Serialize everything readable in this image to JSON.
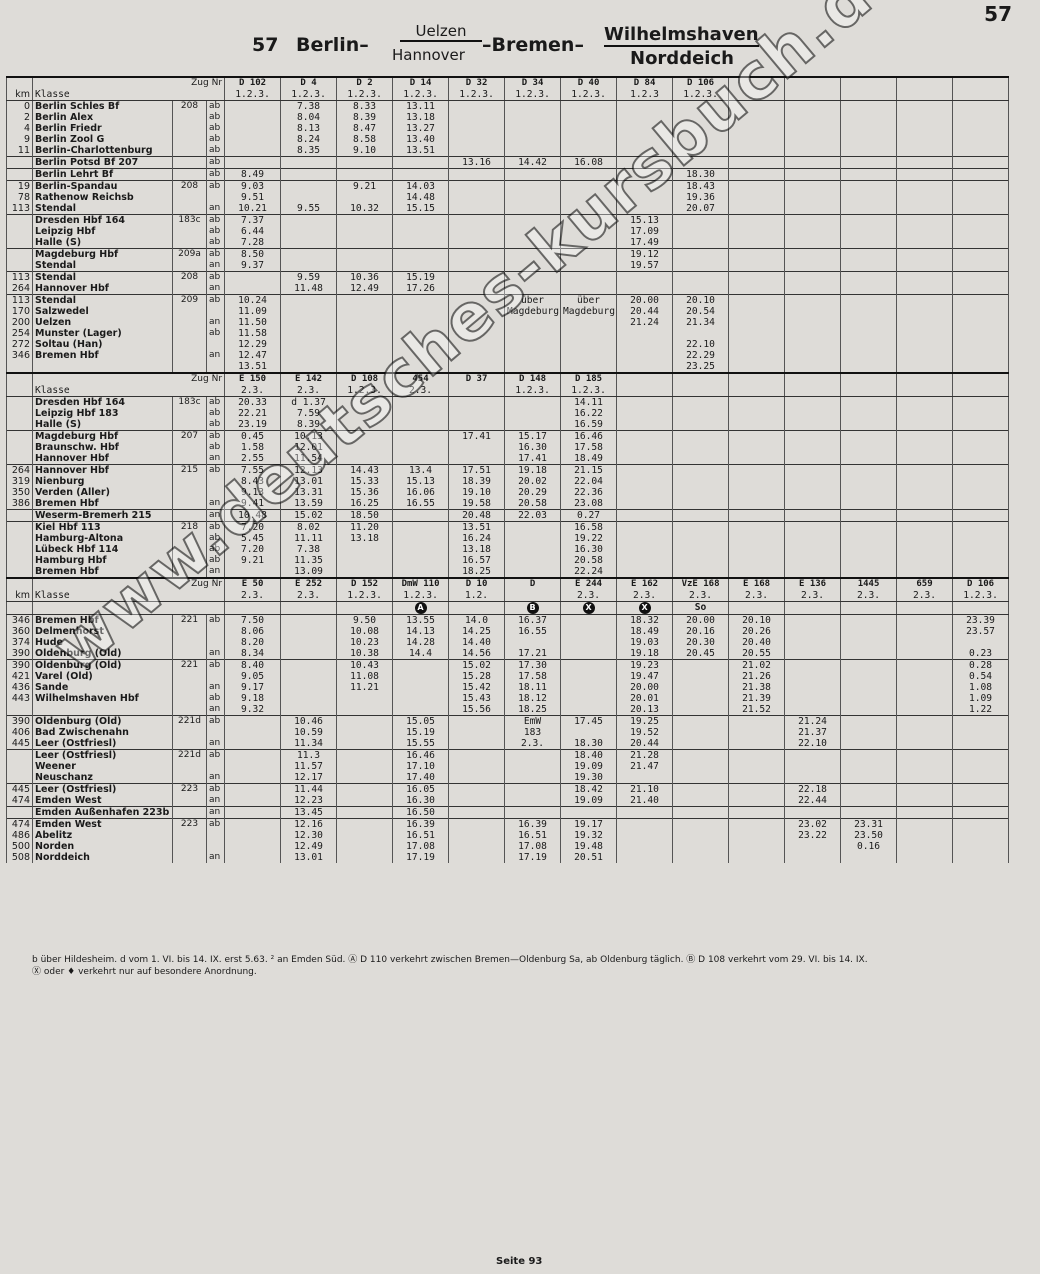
{
  "page_number": "57",
  "header": {
    "table_number": "57",
    "berlin": "Berlin–",
    "uelzen": "Uelzen",
    "hannover": "Hannover",
    "bremen": "–Bremen–",
    "wilhelmshaven": "Wilhelmshaven",
    "norddeich": "Norddeich"
  },
  "labels": {
    "km": "km",
    "zug_nr": "Zug Nr",
    "klasse": "Klasse"
  },
  "section1": {
    "trains": [
      "D 102",
      "D 4",
      "D 2",
      "D 14",
      "D 32",
      "D 34",
      "D 40",
      "D 84",
      "D 106"
    ],
    "classes": [
      "1.2.3.",
      "1.2.3.",
      "1.2.3.",
      "1.2.3.",
      "1.2.3.",
      "1.2.3.",
      "1.2.3.",
      "1.2.3",
      "1.2.3."
    ],
    "rows": [
      {
        "km": "0\n2\n4\n9\n11",
        "station": "Berlin Schles Bf\nBerlin Alex\nBerlin Friedr\nBerlin Zool G\nBerlin-Charlottenburg",
        "route": "208",
        "aa": "ab\nab\nab\nab\nab",
        "t": [
          "",
          "7.38\n8.04\n8.13\n8.24\n8.35",
          "8.33\n8.39\n8.47\n8.58\n9.10",
          "13.11\n13.18\n13.27\n13.40\n13.51",
          "",
          "",
          "",
          "",
          ""
        ]
      },
      {
        "km": "",
        "station": "Berlin Potsd Bf 207",
        "route": "",
        "aa": "ab",
        "t": [
          "",
          "",
          "",
          "",
          "13.16",
          "14.42",
          "16.08",
          "",
          ""
        ]
      },
      {
        "km": "",
        "station": "Berlin Lehrt Bf",
        "route": "",
        "aa": "ab",
        "t": [
          "8.49",
          "",
          "",
          "",
          "",
          "",
          "",
          "",
          "18.30"
        ]
      },
      {
        "km": "19\n78\n113",
        "station": "Berlin-Spandau\nRathenow Reichsb\nStendal",
        "route": "208",
        "aa": "ab\n\nan",
        "t": [
          "9.03\n9.51\n10.21",
          "\n\n9.55",
          "9.21\n\n10.32",
          "14.03\n14.48\n15.15",
          "",
          "",
          "",
          "",
          "18.43\n19.36\n20.07"
        ]
      },
      {
        "km": "",
        "station": "Dresden Hbf 164\nLeipzig Hbf\nHalle (S)",
        "route": "183c",
        "aa": "ab\nab\nab",
        "t": [
          "7.37\n6.44\n7.28",
          "",
          "",
          "",
          "",
          "",
          "",
          "15.13\n17.09\n17.49",
          ""
        ]
      },
      {
        "km": "",
        "station": "Magdeburg Hbf\nStendal",
        "route": "209a",
        "aa": "ab\nan",
        "t": [
          "8.50\n9.37",
          "",
          "",
          "",
          "",
          "",
          "",
          "19.12\n19.57",
          ""
        ]
      },
      {
        "km": "113\n264",
        "station": "Stendal\nHannover Hbf",
        "route": "208",
        "aa": "ab\nan",
        "t": [
          "",
          "9.59\n11.48",
          "10.36\n12.49",
          "15.19\n17.26",
          "",
          "",
          "",
          "",
          ""
        ]
      },
      {
        "km": "113\n170\n200\n254\n272\n346",
        "station": "Stendal\nSalzwedel\nUelzen\nMunster (Lager)\nSoltau (Han)\nBremen Hbf",
        "route": "209",
        "aa": "ab\n\nan\nab\n\nan",
        "t": [
          "10.24\n11.09\n11.50\n11.58\n12.29\n12.47\n13.51",
          "",
          "",
          "",
          "",
          "über\nMagdeburg",
          "über\nMagdeburg",
          "20.00\n20.44\n21.24",
          "20.10\n20.54\n21.34\n\n22.10\n22.29\n23.25"
        ]
      }
    ]
  },
  "section2": {
    "trains": [
      "E 150",
      "E 142",
      "D 108",
      "454",
      "D 37",
      "D 148",
      "D 185"
    ],
    "classes": [
      "2.3.",
      "2.3.",
      "1.2.3.",
      "2.3.",
      "",
      "1.2.3.",
      "1.2.3."
    ],
    "rows": [
      {
        "station": "Dresden Hbf 164\nLeipzig Hbf 183\nHalle (S)",
        "route": "183c",
        "aa": "ab\nab\nab",
        "t": [
          "20.33\n22.21\n23.19",
          "d 1.37\n7.59\n8.39",
          "",
          "",
          "",
          "",
          "14.11\n16.22\n16.59"
        ]
      },
      {
        "station": "Magdeburg Hbf\nBraunschw. Hbf\nHannover Hbf",
        "route": "207",
        "aa": "ab\nab\nan",
        "t": [
          "0.45\n1.58\n2.55",
          "10.13\n12.01\n11.54",
          "",
          "",
          "17.41",
          "15.17\n16.30\n17.41",
          "16.46\n17.58\n18.49"
        ]
      },
      {
        "km": "264\n319\n350\n386",
        "station": "Hannover Hbf\nNienburg\nVerden (Aller)\nBremen Hbf",
        "route": "215",
        "aa": "ab\n\n\nan",
        "t": [
          "7.55\n8.43\n9.13\n9.41",
          "12.13\n13.01\n13.31\n13.59",
          "14.43\n15.33\n15.36\n16.25",
          "13.4\n15.13\n16.06\n16.55",
          "17.51\n18.39\n19.10\n19.58",
          "19.18\n20.02\n20.29\n20.58",
          "21.15\n22.04\n22.36\n23.08"
        ]
      },
      {
        "station": "Weserm-Bremerh 215",
        "route": "",
        "aa": "an",
        "t": [
          "10.48",
          "15.02",
          "18.50",
          "",
          "20.48",
          "22.03",
          "0.27"
        ]
      },
      {
        "station": "Kiel Hbf 113\nHamburg-Altona\nLübeck Hbf 114\nHamburg Hbf\nBremen Hbf",
        "route": "218",
        "aa": "ab\nab\nab\nab\nan",
        "t": [
          "7.20\n5.45\n7.20\n9.21",
          "8.02\n11.11\n7.38\n11.35\n13.09",
          "11.20\n13.18",
          "",
          "13.51\n16.24\n13.18\n16.57\n18.25",
          "",
          "16.58\n19.22\n16.30\n20.58\n22.24"
        ]
      }
    ]
  },
  "section3": {
    "trains": [
      "E 50",
      "E 252",
      "D 152",
      "DmW 110",
      "D 10",
      "D",
      "E 244",
      "E 162",
      "VzE 168",
      "E 168",
      "E 136",
      "1445",
      "659",
      "D 106"
    ],
    "classes": [
      "2.3.",
      "2.3.",
      "1.2.3.",
      "1.2.3.",
      "1.2.",
      "",
      "2.3.",
      "2.3.",
      "2.3.",
      "2.3.",
      "2.3.",
      "2.3.",
      "2.3.",
      "1.2.3."
    ],
    "marks": [
      "",
      "",
      "",
      "A",
      "",
      "B",
      "X",
      "X",
      "So",
      "",
      "",
      "",
      "",
      ""
    ],
    "rows": [
      {
        "km": "346\n360\n374\n390",
        "station": "Bremen Hbf\nDelmenhorst\nHude\nOldenburg (Old)",
        "route": "221",
        "aa": "ab\n\n\nan",
        "t": [
          "7.50\n8.06\n8.20\n8.34",
          "",
          "9.50\n10.08\n10.23\n10.38",
          "13.55\n14.13\n14.28\n14.4",
          "14.0\n14.25\n14.40\n14.56",
          "16.37\n16.55\n\n17.21",
          "",
          "18.32\n18.49\n19.03\n19.18",
          "20.00\n20.16\n20.30\n20.45",
          "20.10\n20.26\n20.40\n20.55",
          "",
          "",
          "",
          "23.39\n23.57\n\n0.23"
        ]
      },
      {
        "km": "390\n421\n436\n443",
        "station": "Oldenburg (Old)\nVarel (Old)\nSande\nWilhelmshaven Hbf",
        "route": "221",
        "aa": "ab\n\nan\nab\nan",
        "t": [
          "8.40\n9.05\n9.17\n9.18\n9.32",
          "",
          "10.43\n11.08\n11.21",
          "",
          "15.02\n15.28\n15.42\n15.43\n15.56",
          "17.30\n17.58\n18.11\n18.12\n18.25",
          "",
          "19.23\n19.47\n20.00\n20.01\n20.13",
          "",
          "21.02\n21.26\n21.38\n21.39\n21.52",
          "",
          "",
          "",
          "0.28\n0.54\n1.08\n1.09\n1.22"
        ]
      },
      {
        "km": "390\n406\n445",
        "station": "Oldenburg (Old)\nBad Zwischenahn\nLeer (Ostfriesl)",
        "route": "221d",
        "aa": "ab\n\nan",
        "t": [
          "",
          "10.46\n10.59\n11.34",
          "",
          "15.05\n15.19\n15.55",
          "",
          "EmW\n183\n2.3.",
          "17.45\n\n18.30",
          "19.25\n19.52\n20.44",
          "",
          "",
          "21.24\n21.37\n22.10",
          "",
          "",
          ""
        ]
      },
      {
        "station": "Leer (Ostfriesl)\nWeener\nNeuschanz",
        "route": "221d",
        "aa": "ab\n\nan",
        "t": [
          "",
          "11.3\n11.57\n12.17",
          "",
          "16.46\n17.10\n17.40",
          "",
          "",
          "18.40\n19.09\n19.30",
          "21.28\n21.47",
          "",
          "",
          "",
          "",
          "",
          ""
        ]
      },
      {
        "km": "445\n474",
        "station": "Leer (Ostfriesl)\nEmden West",
        "route": "223",
        "aa": "ab\nan",
        "t": [
          "",
          "11.44\n12.23",
          "",
          "16.05\n16.30",
          "",
          "",
          "18.42\n19.09",
          "21.10\n21.40",
          "",
          "",
          "22.18\n22.44",
          "",
          "",
          ""
        ]
      },
      {
        "station": "Emden Außenhafen 223b",
        "route": "",
        "aa": "an",
        "t": [
          "",
          "13.45",
          "",
          "16.50",
          "",
          "",
          "",
          "",
          "",
          "",
          "",
          "",
          "",
          ""
        ]
      },
      {
        "km": "474\n486\n500\n508",
        "station": "Emden West\nAbelitz\nNorden\nNorddeich",
        "route": "223",
        "aa": "ab\n\n\nan",
        "t": [
          "",
          "12.16\n12.30\n12.49\n13.01",
          "",
          "16.39\n16.51\n17.08\n17.19",
          "",
          "16.39\n16.51\n17.08\n17.19",
          "19.17\n19.32\n19.48\n20.51",
          "",
          "",
          "",
          "23.02\n23.22",
          "23.31\n23.50\n0.16",
          "",
          ""
        ]
      }
    ]
  },
  "footnotes": {
    "line1": "b über Hildesheim. d vom 1. VI. bis 14. IX. erst 5.63. ² an Emden Süd. Ⓐ D 110 verkehrt zwischen Bremen—Oldenburg Sa, ab Oldenburg täglich. Ⓑ D 108 verkehrt vom 29. VI. bis 14. IX.",
    "line2": "Ⓧ oder ♦ verkehrt nur auf besondere Anordnung."
  },
  "seite": "Seite 93",
  "watermark": "www.deutsches-kursbuch.de"
}
